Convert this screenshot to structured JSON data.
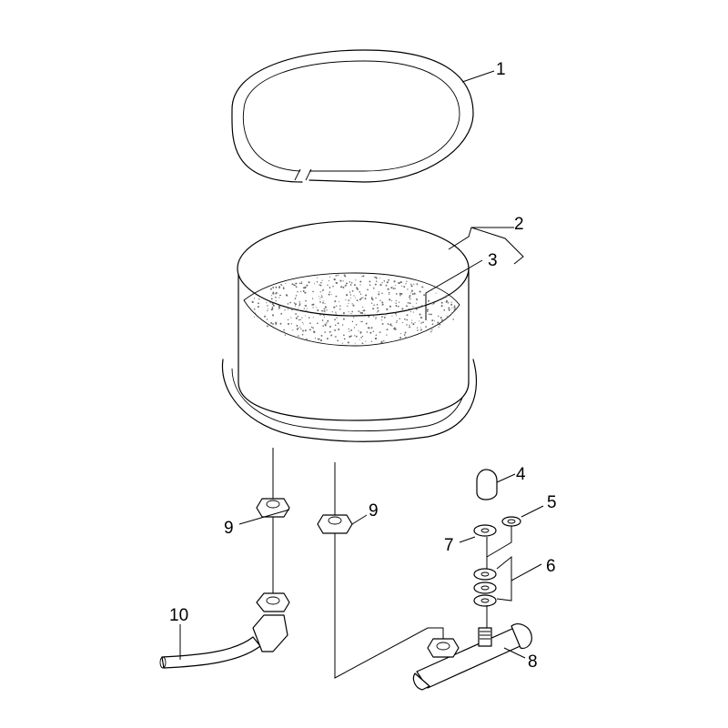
{
  "diagram": {
    "callouts": [
      {
        "id": "1",
        "part": "ring"
      },
      {
        "id": "2",
        "part": "filter-bowl"
      },
      {
        "id": "3",
        "part": "filter-media"
      },
      {
        "id": "4",
        "part": "cap"
      },
      {
        "id": "5",
        "part": "spring-washer"
      },
      {
        "id": "6",
        "part": "washer-stack"
      },
      {
        "id": "7",
        "part": "washer"
      },
      {
        "id": "8",
        "part": "tee-fitting"
      },
      {
        "id": "9",
        "part": "nut-left"
      },
      {
        "id": "9",
        "part": "nut-right"
      },
      {
        "id": "10",
        "part": "hose"
      }
    ],
    "colors": {
      "line": "#000000",
      "background": "#ffffff",
      "texture": "#6b6b6b"
    }
  }
}
